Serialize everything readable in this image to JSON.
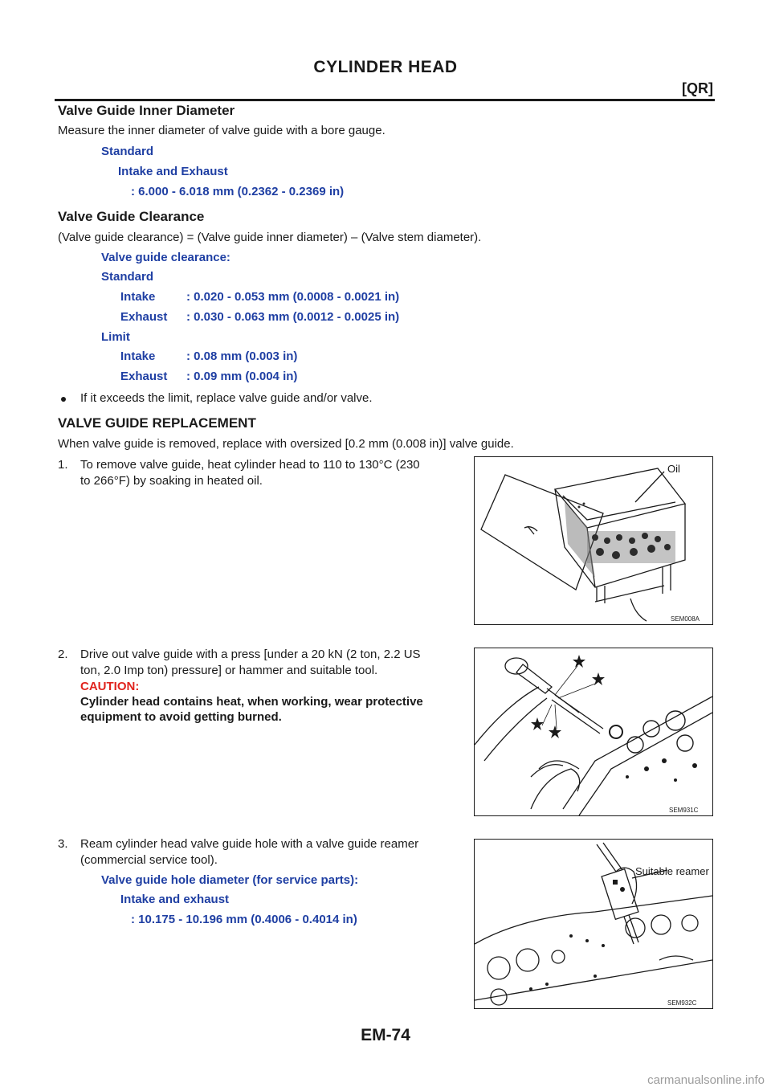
{
  "header": {
    "title": "CYLINDER HEAD",
    "section": "[QR]"
  },
  "s1": {
    "heading": "Valve Guide Inner Diameter",
    "intro": "Measure the inner diameter of valve guide with a bore gauge.",
    "standard": "Standard",
    "ie": "Intake and Exhaust",
    "value": ": 6.000 - 6.018 mm (0.2362 - 0.2369 in)"
  },
  "s2": {
    "heading": "Valve Guide Clearance",
    "formula": "(Valve guide clearance) = (Valve guide inner diameter) – (Valve stem diameter).",
    "vgc": "Valve guide clearance:",
    "standard": "Standard",
    "std_intake_label": "Intake",
    "std_intake_val": ": 0.020 - 0.053 mm (0.0008 - 0.0021 in)",
    "std_exhaust_label": "Exhaust",
    "std_exhaust_val": ": 0.030 - 0.063 mm (0.0012 - 0.0025 in)",
    "limit": "Limit",
    "lim_intake_label": "Intake",
    "lim_intake_val": ": 0.08 mm (0.003 in)",
    "lim_exhaust_label": "Exhaust",
    "lim_exhaust_val": ": 0.09 mm (0.004 in)",
    "bullet": "If it exceeds the limit, replace valve guide and/or valve."
  },
  "s3": {
    "heading": "VALVE GUIDE REPLACEMENT",
    "intro": "When valve guide is removed, replace with oversized [0.2 mm (0.008 in)] valve guide.",
    "step1_num": "1.",
    "step1_l1": "To remove valve guide, heat cylinder head to 110 to 130°C (230",
    "step1_l2": "to 266°F) by soaking in heated oil.",
    "step2_num": "2.",
    "step2_l1": "Drive out valve guide with a press [under a 20 kN (2 ton, 2.2 US",
    "step2_l2": "ton, 2.0 Imp ton) pressure] or hammer and suitable tool.",
    "caution": "CAUTION:",
    "caution_l1": "Cylinder head contains heat, when working, wear protective",
    "caution_l2": "equipment to avoid getting burned.",
    "step3_num": "3.",
    "step3_l1": "Ream cylinder head valve guide hole with a valve guide reamer",
    "step3_l2": "(commercial service tool).",
    "hole_label": "Valve guide hole diameter (for service parts):",
    "hole_ie": "Intake and exhaust",
    "hole_val": ": 10.175 - 10.196 mm (0.4006 - 0.4014 in)"
  },
  "figures": {
    "fig1_label": "Oil",
    "fig1_code": "SEM008A",
    "fig2_code": "SEM931C",
    "fig3_label": "Suitable reamer",
    "fig3_code": "SEM932C"
  },
  "footer": {
    "page": "EM-74",
    "watermark": "carmanualsonline.info"
  }
}
